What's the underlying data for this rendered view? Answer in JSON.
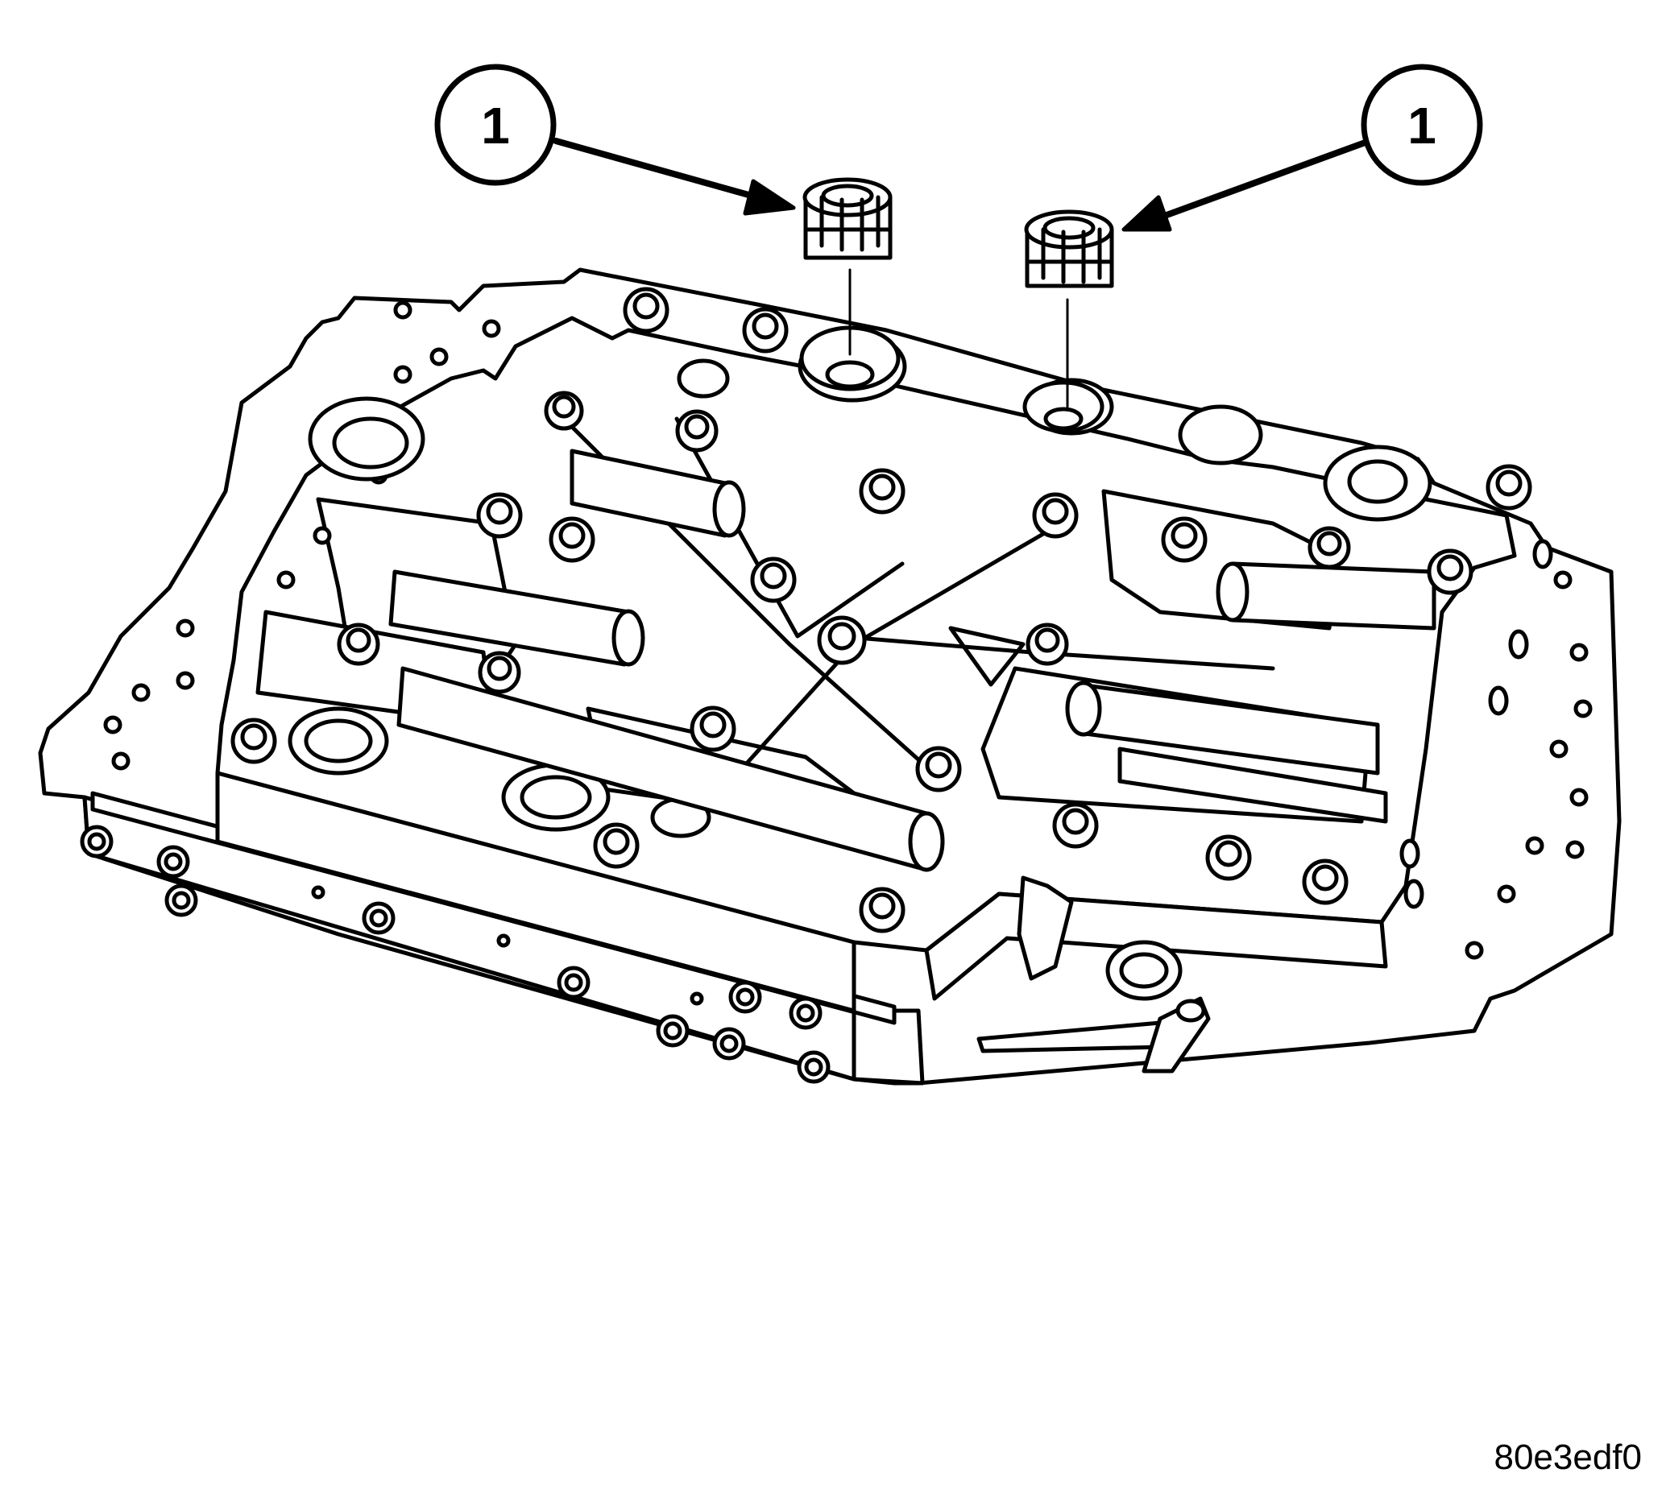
{
  "diagram": {
    "callouts": [
      {
        "label": "1",
        "points_to": "left-filter-screen"
      },
      {
        "label": "1",
        "points_to": "right-filter-screen"
      }
    ],
    "figure_id": "80e3edf0",
    "colors": {
      "line": "#000000",
      "fill": "#ffffff"
    }
  }
}
